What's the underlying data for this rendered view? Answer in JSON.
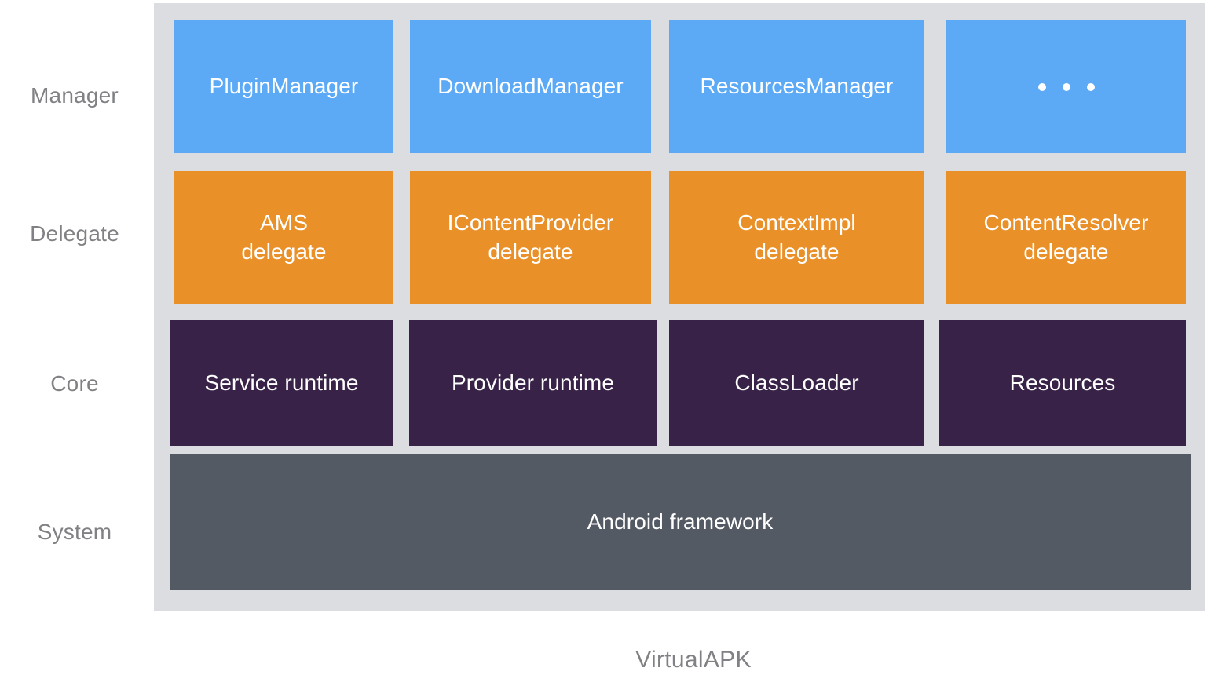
{
  "diagram": {
    "caption": "VirtualAPK",
    "panel_background": "#dcdde0",
    "page_background": "#ffffff",
    "label_color": "#808184",
    "rows": [
      {
        "id": "manager",
        "label": "Manager",
        "color": "#5ca9f5",
        "blocks": [
          {
            "label": "PluginManager",
            "type": "text"
          },
          {
            "label": "DownloadManager",
            "type": "text"
          },
          {
            "label": "ResourcesManager",
            "type": "text"
          },
          {
            "label": "...",
            "type": "ellipsis"
          }
        ]
      },
      {
        "id": "delegate",
        "label": "Delegate",
        "color": "#ea9028",
        "blocks": [
          {
            "line1": "AMS",
            "line2": "delegate",
            "type": "text-2line"
          },
          {
            "line1": "IContentProvider",
            "line2": "delegate",
            "type": "text-2line"
          },
          {
            "line1": "ContextImpl",
            "line2": "delegate",
            "type": "text-2line"
          },
          {
            "line1": "ContentResolver",
            "line2": "delegate",
            "type": "text-2line"
          }
        ]
      },
      {
        "id": "core",
        "label": "Core",
        "color": "#382247",
        "blocks": [
          {
            "label": "Service runtime",
            "type": "text"
          },
          {
            "label": "Provider runtime",
            "type": "text"
          },
          {
            "label": "ClassLoader",
            "type": "text"
          },
          {
            "label": "Resources",
            "type": "text"
          }
        ]
      },
      {
        "id": "system",
        "label": "System",
        "color": "#545a63",
        "blocks": [
          {
            "label": "Android framework",
            "type": "text"
          }
        ]
      }
    ]
  }
}
